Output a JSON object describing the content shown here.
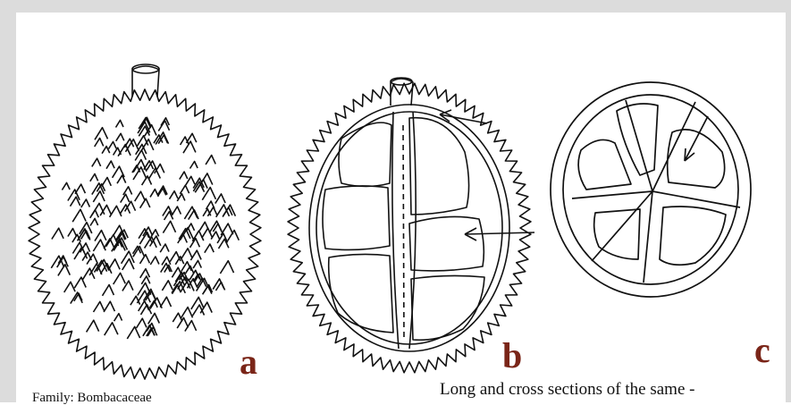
{
  "figure": {
    "labels": {
      "a": "a",
      "b": "b",
      "c": "c"
    },
    "family_caption": "Family: Bombacaceae",
    "sections_caption": "Long and cross sections of the same -",
    "colors": {
      "ink": "#111111",
      "label": "#7a2518",
      "border": "#dcdcdc",
      "background": "#ffffff"
    },
    "drawings": [
      "whole-fruit-drawing",
      "long-section-drawing",
      "cross-section-drawing"
    ]
  }
}
